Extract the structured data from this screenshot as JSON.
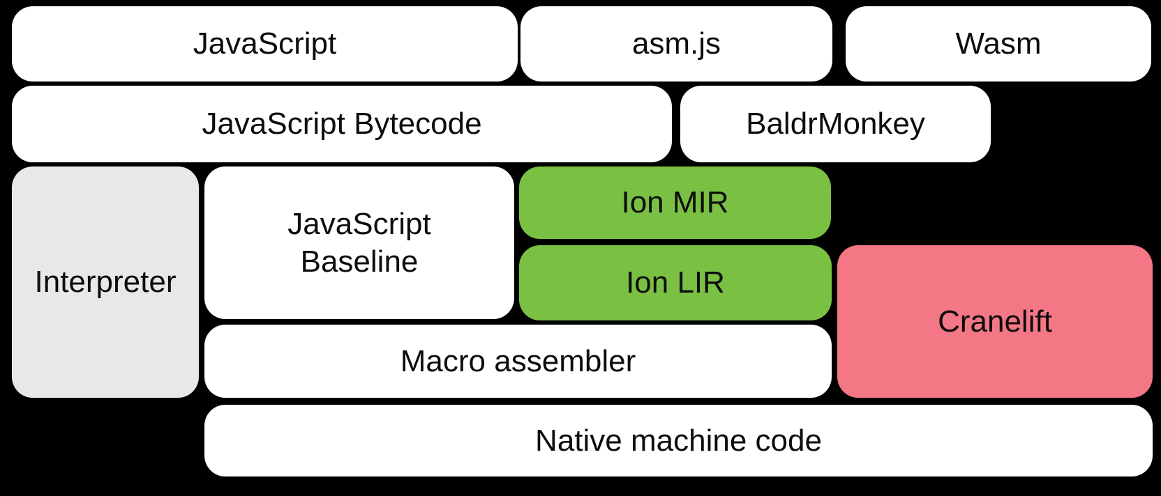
{
  "diagram": {
    "colors": {
      "background": "#000000",
      "white": "#ffffff",
      "gray": "#e8e8e8",
      "green": "#7ac143",
      "pink": "#f47786",
      "text": "#0d0d0d"
    },
    "boxes": {
      "javascript": {
        "label": "JavaScript"
      },
      "asmjs": {
        "label": "asm.js"
      },
      "wasm": {
        "label": "Wasm"
      },
      "bytecode": {
        "label": "JavaScript Bytecode"
      },
      "baldrmonkey": {
        "label": "BaldrMonkey"
      },
      "interpreter": {
        "label": "Interpreter"
      },
      "baseline": {
        "line1": "JavaScript",
        "line2": "Baseline"
      },
      "ionmir": {
        "label": "Ion MIR"
      },
      "ionlir": {
        "label": "Ion LIR"
      },
      "cranelift": {
        "label": "Cranelift"
      },
      "macroassembler": {
        "label": "Macro assembler"
      },
      "native": {
        "label": "Native machine code"
      }
    }
  }
}
